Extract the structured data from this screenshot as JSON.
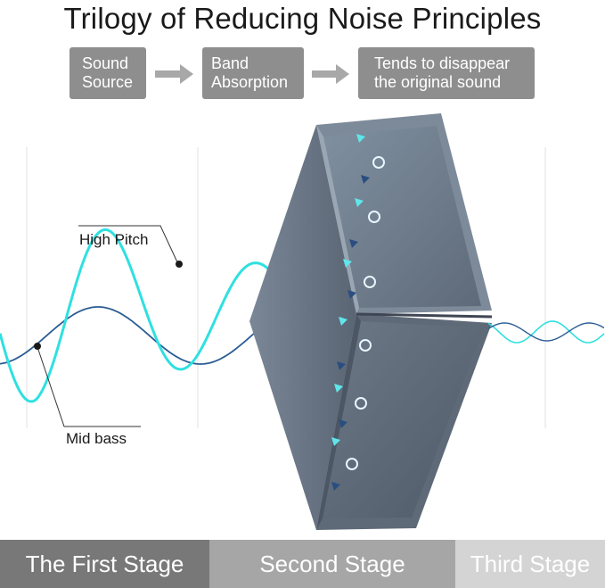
{
  "title": "Trilogy of Reducing Noise Principles",
  "flow": {
    "step1": [
      "Sound",
      "Source"
    ],
    "step2": [
      "Band",
      "Absorption"
    ],
    "step3": [
      "Tends to disappear",
      "the original sound"
    ]
  },
  "labels": {
    "high_pitch": "High Pitch",
    "mid_bass": "Mid bass"
  },
  "stages": [
    "The First Stage",
    "Second Stage",
    "Third Stage"
  ],
  "colors": {
    "high_pitch_wave": "#2fe0e0",
    "mid_bass_wave": "#2a5d94",
    "panel": "#6f7c8c",
    "flow_box": "#8e8e8e",
    "stage1": "#787878",
    "stage2": "#a6a6a6",
    "stage3": "#d4d4d4"
  }
}
